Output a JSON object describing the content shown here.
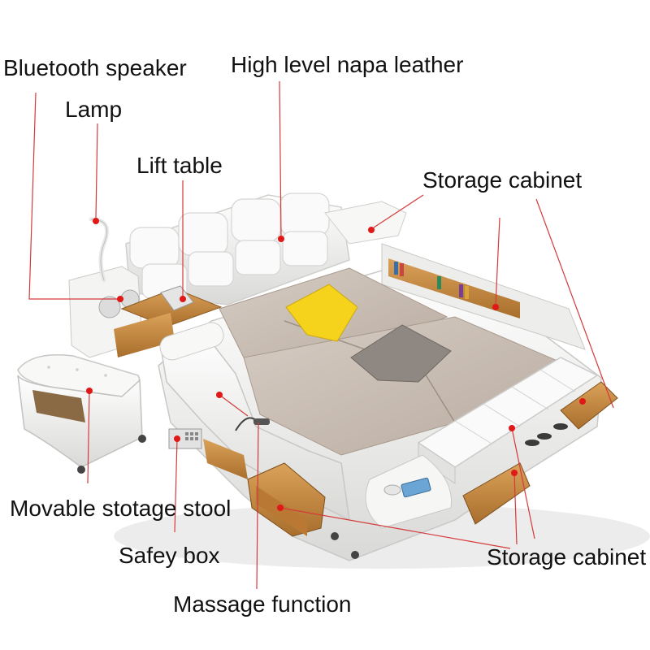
{
  "labels": {
    "bluetooth_speaker": "Bluetooth speaker",
    "lamp": "Lamp",
    "napa_leather": "High level napa leather",
    "lift_table": "Lift table",
    "storage_cabinet_top": "Storage cabinet",
    "stool": "Movable stotage stool",
    "safe_box": "Safey box",
    "storage_cabinet_bottom": "Storage cabinet",
    "massage": "Massage function"
  },
  "colors": {
    "leader_line": "#d43a3a",
    "marker_dot": "#e01818",
    "leather": "#f2f2f0",
    "wood": "#c98a3e",
    "mattress": "#c9bdb3",
    "pillow_yellow": "#f5d21c",
    "pillow_gray": "#8f8782"
  }
}
